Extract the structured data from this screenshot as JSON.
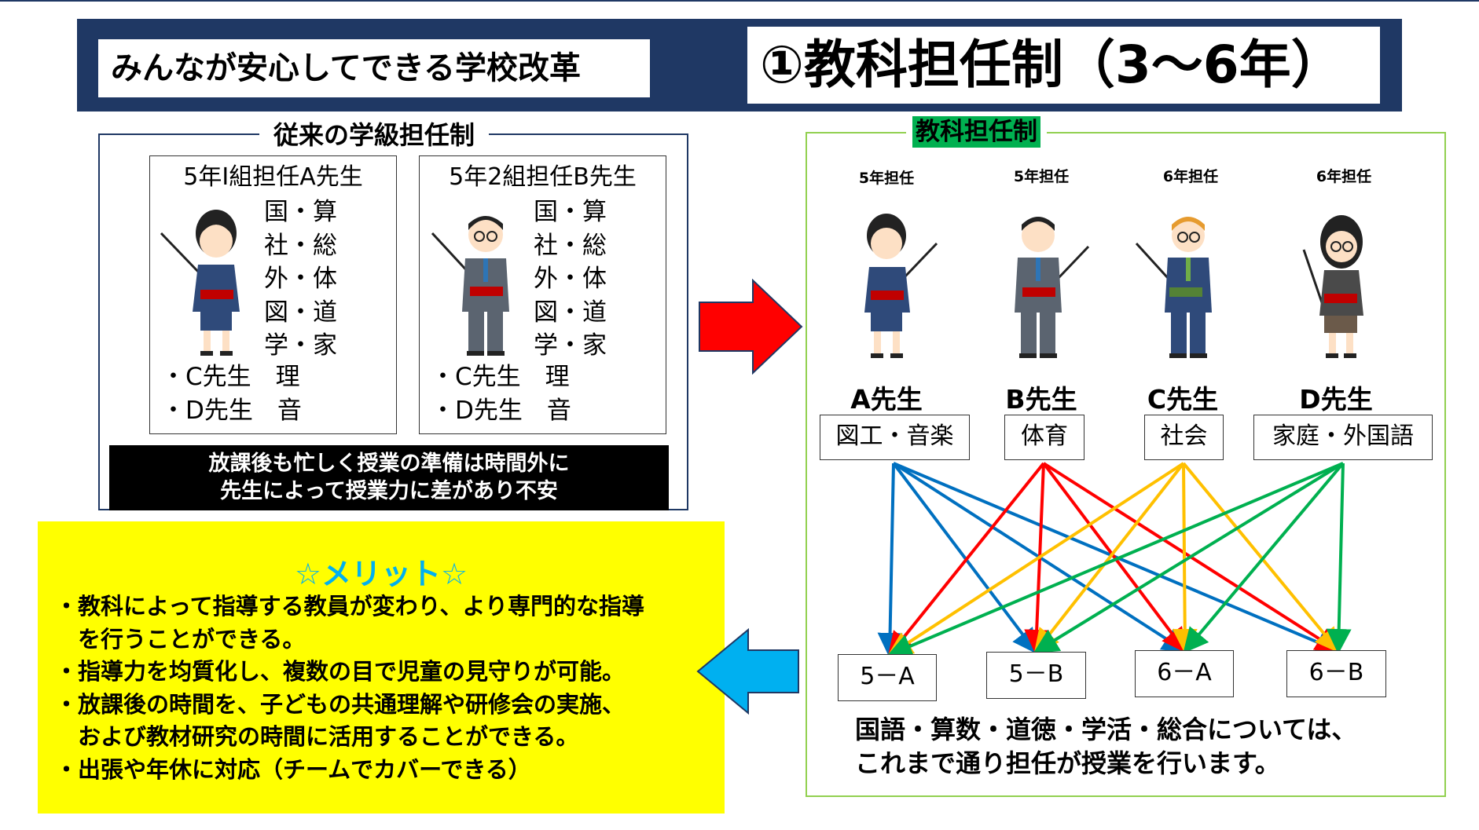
{
  "header": {
    "subtitle": "みんなが安心してできる学校改革",
    "title": "①教科担任制（3～6年）"
  },
  "conventional": {
    "title": "従来の学級担任制",
    "cards": [
      {
        "title": "5年Ⅰ組担任A先生",
        "subjects": [
          "国・算",
          "社・総",
          "外・体",
          "図・道",
          "学・家"
        ],
        "others": [
          "・C先生　理",
          "・D先生　音"
        ]
      },
      {
        "title": "5年2組担任B先生",
        "subjects": [
          "国・算",
          "社・総",
          "外・体",
          "図・道",
          "学・家"
        ],
        "others": [
          "・C先生　理",
          "・D先生　音"
        ]
      }
    ],
    "problem_lines": [
      "放課後も忙しく授業の準備は時間外に",
      "先生によって授業力に差があり不安"
    ]
  },
  "subject_system": {
    "title": "教科担任制",
    "teachers": [
      {
        "grade": "5年担任",
        "name": "A先生",
        "subjects": "図工・音楽",
        "color": "#0070c0"
      },
      {
        "grade": "5年担任",
        "name": "B先生",
        "subjects": "体育",
        "color": "#ff0000"
      },
      {
        "grade": "6年担任",
        "name": "C先生",
        "subjects": "社会",
        "color": "#ffc000"
      },
      {
        "grade": "6年担任",
        "name": "D先生",
        "subjects": "家庭・外国語",
        "color": "#00b050"
      }
    ],
    "classes": [
      "5－A",
      "5－B",
      "6－A",
      "6－B"
    ],
    "note_lines": [
      "国語・算数・道徳・学活・総合については、",
      "これまで通り担任が授業を行います。"
    ]
  },
  "merit": {
    "title": "☆メリット☆",
    "lines": [
      "・教科によって指導する教員が変わり、より専門的な指導",
      "　を行うことができる。",
      "・指導力を均質化し、複数の目で児童の見守りが可能。",
      "・放課後の時間を、子どもの共通理解や研修会の実施、",
      "　および教材研究の時間に活用することができる。",
      "・出張や年休に対応（チームでカバーできる）"
    ]
  },
  "colors": {
    "header_bg": "#1f3864",
    "frame_green": "#92d050",
    "title_green": "#00b050",
    "merit_bg": "#ffff00",
    "merit_title": "#00b0f0",
    "arrow_red": "#ff0000",
    "arrow_blue": "#00b0f0"
  }
}
